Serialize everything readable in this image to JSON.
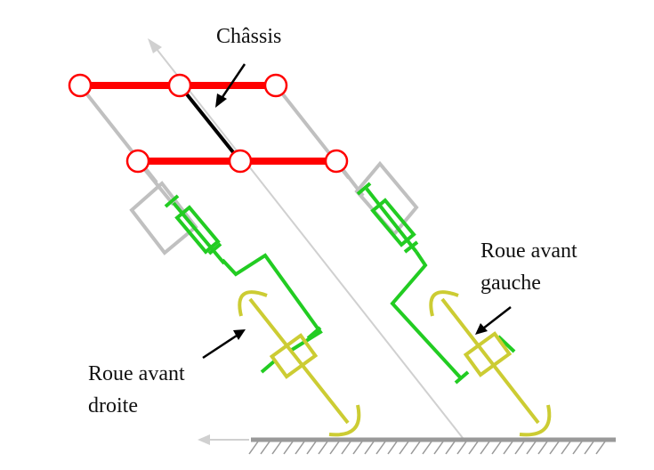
{
  "labels": {
    "chassis": "Châssis",
    "right_wheel_line1": "Roue avant",
    "right_wheel_line2": "droite",
    "left_wheel_line1": "Roue avant",
    "left_wheel_line2": "gauche"
  },
  "colors": {
    "chassis": "#ff0000",
    "suspension": "#c0c0c0",
    "steering": "#22cc22",
    "wheel": "#cccc33",
    "arrow": "#000000",
    "ground": "#999999",
    "axis": "#d0d0d0"
  }
}
